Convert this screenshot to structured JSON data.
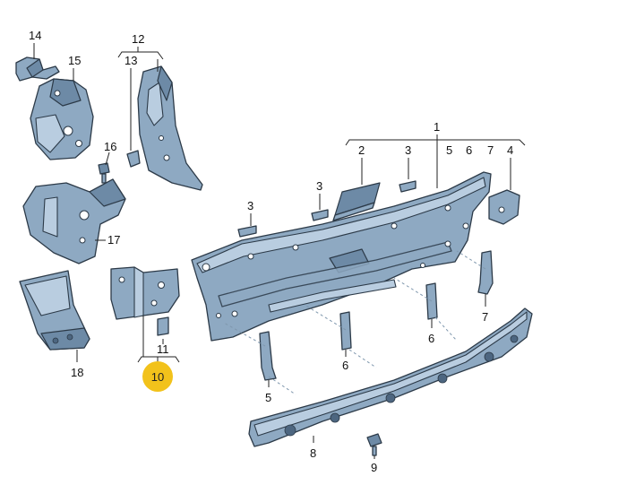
{
  "callouts": {
    "c1": "1",
    "c2": "2",
    "c3a": "3",
    "c3b": "3",
    "c3c": "3",
    "c4": "4",
    "c5a": "5",
    "c5b": "5",
    "c6a": "6",
    "c6b": "6",
    "c6c": "6",
    "c7a": "7",
    "c7b": "7",
    "c8": "8",
    "c9": "9",
    "c10": "10",
    "c11": "11",
    "c12": "12",
    "c13": "13",
    "c14": "14",
    "c15": "15",
    "c16": "16",
    "c17": "17",
    "c18": "18"
  },
  "colors": {
    "part_fill": "#8ea9c2",
    "outline": "#2c3a48",
    "highlight_badge": "#f2c21b"
  }
}
